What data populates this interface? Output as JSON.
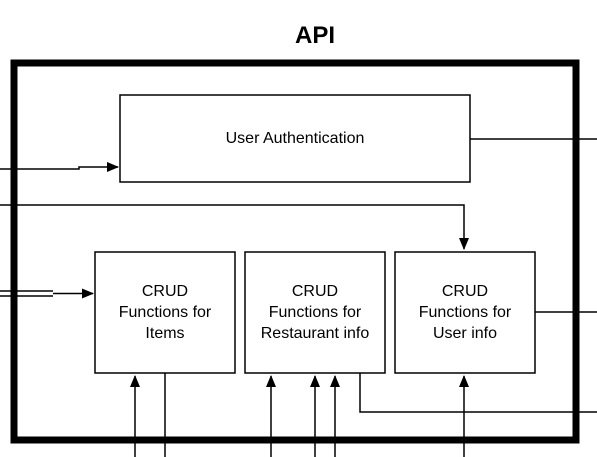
{
  "diagram": {
    "title": "API",
    "boxes": {
      "auth": "User Authentication",
      "items": "CRUD\nFunctions for\nItems",
      "restaurant": "CRUD\nFunctions for\nRestaurant info",
      "user": "CRUD\nFunctions for\nUser info"
    },
    "colors": {
      "stroke": "#000000",
      "background": "#ffffff"
    }
  }
}
